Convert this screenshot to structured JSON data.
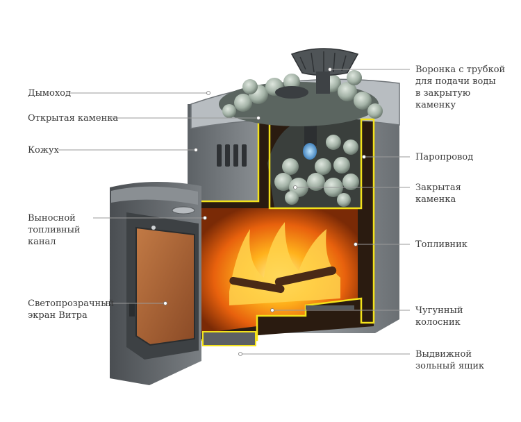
{
  "labels_left": [
    {
      "id": "chimney",
      "text": "Дымоход"
    },
    {
      "id": "open-heater",
      "text": "Открытая каменка"
    },
    {
      "id": "casing",
      "text": "Кожух"
    },
    {
      "id": "remote-fuel-channel",
      "text": "Выносной\nтопливный\nканал"
    },
    {
      "id": "glass-screen",
      "text": "Светопрозрачный\nэкран Витра"
    }
  ],
  "labels_right": [
    {
      "id": "water-funnel",
      "text": "Воронка с трубкой\nдля подачи воды\nв закрытую\nкаменку"
    },
    {
      "id": "steam-duct",
      "text": "Паропровод"
    },
    {
      "id": "closed-heater",
      "text": "Закрытая\nкаменка"
    },
    {
      "id": "firebox",
      "text": "Топливник"
    },
    {
      "id": "cast-iron-grate",
      "text": "Чугунный\nколосник"
    },
    {
      "id": "ash-drawer",
      "text": "Выдвижной\nзольный ящик"
    }
  ],
  "colors": {
    "label_text": "#3a3a3a",
    "leader_line": "#9a9a9a",
    "steel": "#7d8286",
    "yellow_outline": "#f3e21a",
    "stone": "#a9b6ab",
    "fire": "#f08a12"
  }
}
